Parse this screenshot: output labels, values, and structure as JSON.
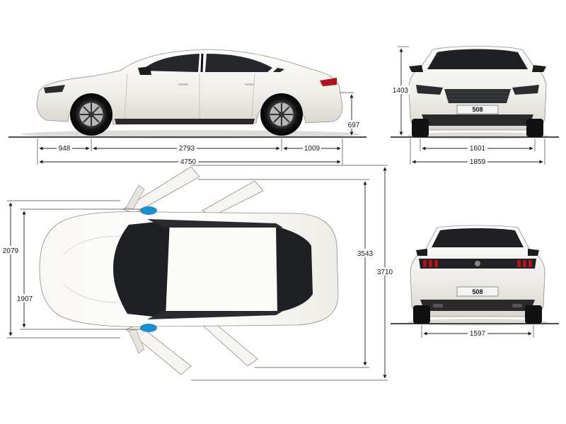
{
  "dimensions": {
    "front_overhang": "948",
    "wheelbase": "2793",
    "rear_overhang": "1009",
    "overall_length": "4750",
    "ground_clearance": "697",
    "height": "1403",
    "front_track": "1601",
    "width_body": "1859",
    "rear_track": "1597",
    "width_with_mirrors": "2079",
    "width_inner": "1907",
    "doors_open_length": "3543",
    "doors_open_width": "3710"
  },
  "plates": {
    "front": "508",
    "rear": "508"
  },
  "colors": {
    "body": "#f3f1ec",
    "glass": "#1c1d20",
    "accent": "#1a8fd0",
    "taillight": "#b3121a",
    "line": "#222222"
  }
}
